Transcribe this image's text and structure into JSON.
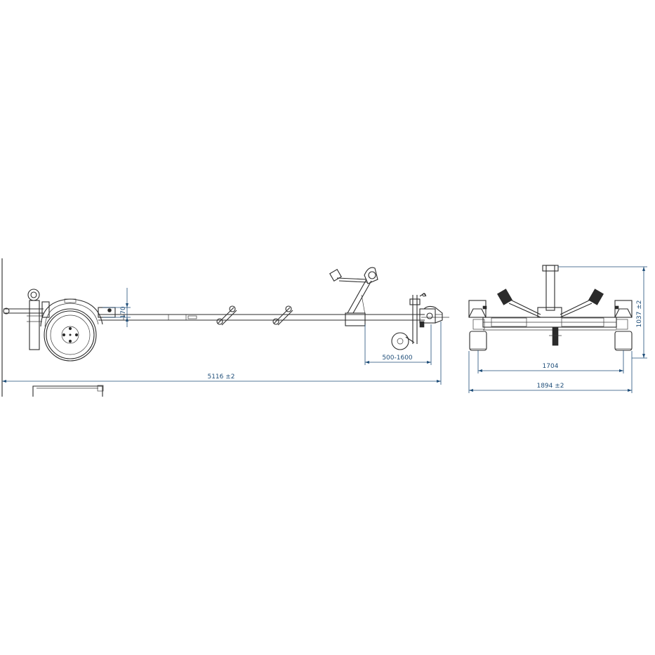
{
  "drawing": {
    "dimension_color": "#1f4e79",
    "line_color": "#2b2b2b",
    "side_view": {
      "hitch_height": "170",
      "jockey_wheel_range": "500-1600",
      "overall_length": "5116 ±2"
    },
    "rear_view": {
      "track_width": "1704",
      "overall_width": "1894 ±2",
      "overall_height": "1037 ±2"
    }
  }
}
